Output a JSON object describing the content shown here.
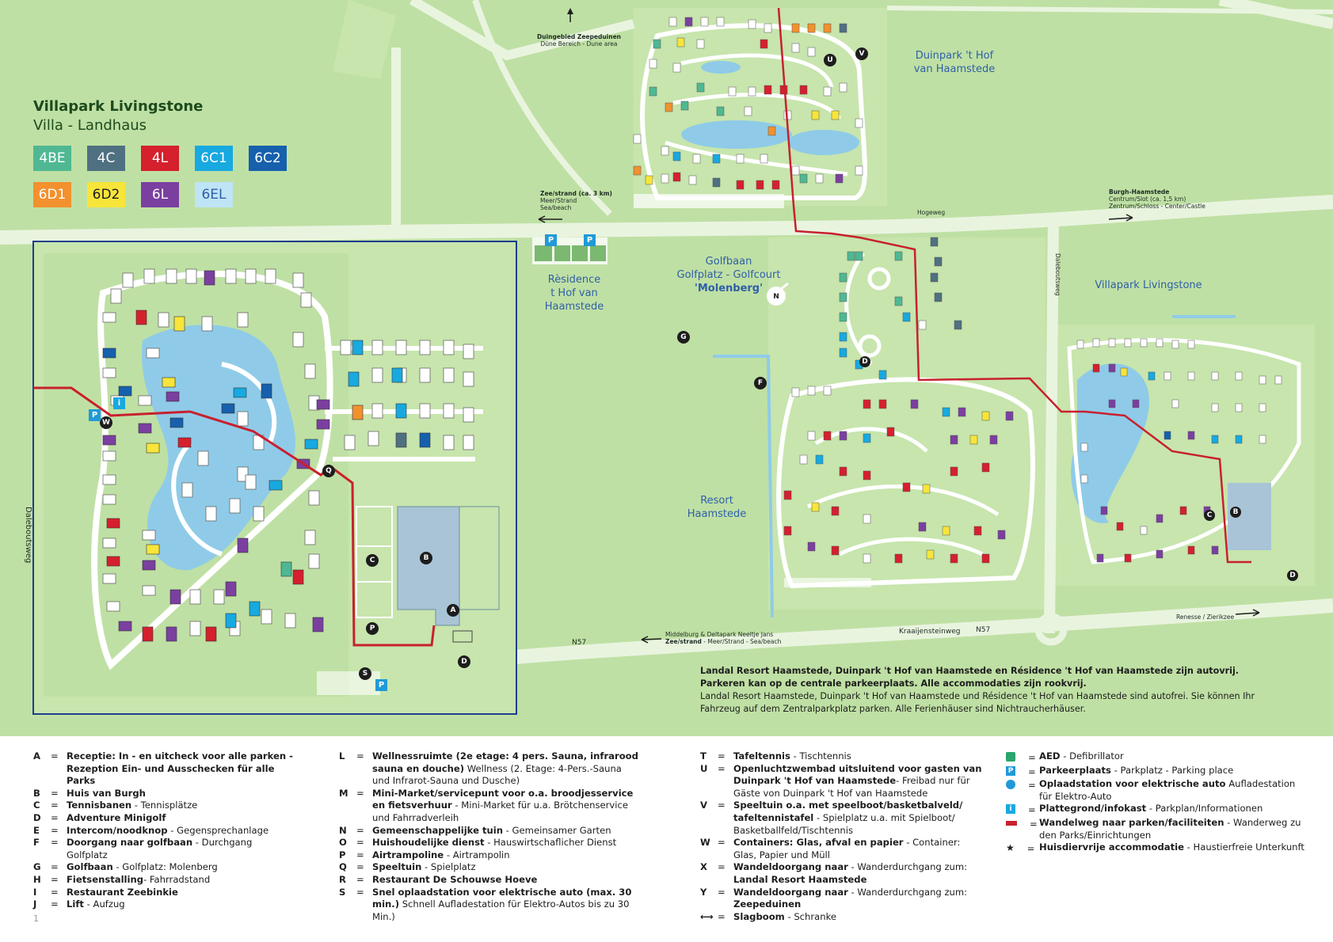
{
  "legend": {
    "title": "Villapark Livingstone",
    "subtitle": "Villa - Landhaus",
    "swatches": [
      {
        "label": "4BE",
        "color": "#4fb893",
        "text": "#ffffff"
      },
      {
        "label": "4C",
        "color": "#4f7081",
        "text": "#ffffff"
      },
      {
        "label": "4L",
        "color": "#d5202e",
        "text": "#ffffff"
      },
      {
        "label": "6C1",
        "color": "#17a9e0",
        "text": "#ffffff"
      },
      {
        "label": "6C2",
        "color": "#1660ad",
        "text": "#ffffff"
      },
      {
        "label": "6D1",
        "color": "#f2912e",
        "text": "#ffffff"
      },
      {
        "label": "6D2",
        "color": "#f7e53a",
        "text": "#1d1d1d"
      },
      {
        "label": "6L",
        "color": "#7b3fa0",
        "text": "#ffffff"
      },
      {
        "label": "6EL",
        "color": "#bfe4f6",
        "text": "#2f5fa8"
      }
    ]
  },
  "places": {
    "duinpark": "Duinpark 't Hof\nvan Haamstede",
    "residence": "Rèsidence\nt Hof van\nHaamstede",
    "golf_line1": "Golfbaan",
    "golf_line2": "Golfplatz - Golfcourt",
    "golf_line3": "'Molenberg'",
    "villapark": "Villapark Livingstone",
    "resort": "Resort\nHaamstede"
  },
  "roads": {
    "duingebied_bold": "Duingebied Zeepeduinen",
    "duingebied_sub": "Düne Bereich - Dune area",
    "zee_bold": "Zee/strand (ca. 3 km)",
    "zee_sub": "Meer/Strand\nSea/beach",
    "burgh_bold": "Burgh-Haamstede",
    "burgh_sub": "Centrum/Slot (ca. 1,5 km)\nZentrum/Schloss - Center/Castle",
    "hogeweg": "Hogeweg",
    "daleboutsweg": "Daleboutsweg",
    "kraaijensteinweg": "Kraaijensteinweg",
    "n57a": "N57",
    "n57b": "N57",
    "renesse": "Renesse / Zierikzee",
    "middelburg": "Middelburg & Deltapark Neeltje Jans",
    "zee2_bold": "Zee/strand",
    "zee2_sub": " - Meer/Strand - Sea/beach"
  },
  "compass": "N",
  "note": {
    "nl_bold": "Landal Resort Haamstede, Duinpark 't Hof van Haamstede en Résidence 't Hof van Haamstede zijn autovrij. Parkeren kan op de centrale parkeerplaats. Alle accommodaties zijn rookvrij.",
    "de": "Landal Resort Haamstede, Duinpark 't Hof van Haamstede und Résidence 't Hof van Haamstede sind autofrei. Sie können Ihr Fahrzeug auf dem Zentralparkplatz parken. Alle Ferienhäuser sind Nichtraucherhäuser."
  },
  "keys_col1": [
    {
      "k": "A",
      "b": "Receptie: In - en uitcheck voor alle parken - Rezeption Ein- und Ausschecken für alle Parks",
      "t": ""
    },
    {
      "k": "B",
      "b": "Huis van Burgh",
      "t": ""
    },
    {
      "k": "C",
      "b": "Tennisbanen",
      "t": " - Tennisplätze"
    },
    {
      "k": "D",
      "b": "Adventure Minigolf",
      "t": ""
    },
    {
      "k": "E",
      "b": "Intercom/noodknop",
      "t": " - Gegensprechanlage"
    },
    {
      "k": "F",
      "b": "Doorgang naar golfbaan",
      "t": " - Durchgang Golfplatz"
    },
    {
      "k": "G",
      "b": "Golfbaan",
      "t": " - Golfplatz: Molenberg"
    },
    {
      "k": "H",
      "b": "Fietsenstalling",
      "t": "- Fahrradstand"
    },
    {
      "k": "I",
      "b": "Restaurant Zeebinkie",
      "t": ""
    },
    {
      "k": "J",
      "b": "Lift",
      "t": " - Aufzug"
    }
  ],
  "keys_col2": [
    {
      "k": "L",
      "b": "Wellnessruimte (2e etage: 4 pers. Sauna, infrarood sauna en douche)",
      "t": " Wellness (2. Etage: 4-Pers.-Sauna und Infrarot-Sauna und Dusche)"
    },
    {
      "k": "M",
      "b": "Mini-Market/servicepunt voor o.a. broodjesservice en fietsverhuur",
      "t": " - Mini-Market für u.a. Brötchenservice und Fahrradverleih"
    },
    {
      "k": "N",
      "b": "Gemeenschappelijke tuin",
      "t": " - Gemeinsamer Garten"
    },
    {
      "k": "O",
      "b": "Huishoudelijke dienst",
      "t": " - Hauswirtschaflicher Dienst"
    },
    {
      "k": "P",
      "b": "Airtrampoline",
      "t": " - Airtrampolin"
    },
    {
      "k": "Q",
      "b": "Speeltuin",
      "t": " - Spielplatz"
    },
    {
      "k": "R",
      "b": "Restaurant De Schouwse Hoeve",
      "t": ""
    },
    {
      "k": "S",
      "b": "Snel oplaadstation voor elektrische auto (max. 30 min.)",
      "t": " Schnell Aufladestation für Elektro-Autos bis zu 30 Min.)"
    }
  ],
  "keys_col3": [
    {
      "k": "T",
      "b": "Tafeltennis",
      "t": " - Tischtennis"
    },
    {
      "k": "U",
      "b": "Openluchtzwembad uitsluitend voor gasten van Duinpark 't Hof van Haamstede",
      "t": "- Freibad nur für Gäste von Duinpark 't Hof van Haamstede"
    },
    {
      "k": "V",
      "b": "Speeltuin o.a. met speelboot/basketbalveld/ tafeltennistafel",
      "t": " - Spielplatz u.a. mit Spielboot/ Basketballfeld/Tischtennis"
    },
    {
      "k": "W",
      "b": "Containers: Glas, afval en papier",
      "t": " - Container: Glas, Papier und Müll"
    },
    {
      "k": "X",
      "b": "Wandeldoorgang naar",
      "t": " - Wanderdurchgang zum: ",
      "b2": "Landal Resort Haamstede"
    },
    {
      "k": "Y",
      "b": "Wandeldoorgang naar",
      "t": " - Wanderdurchgang zum: ",
      "b2": "Zeepeduinen"
    },
    {
      "k": "⟷",
      "b": "Slagboom",
      "t": " - Schranke"
    }
  ],
  "keys_col4": [
    {
      "icon": "aed",
      "b": "AED",
      "t": " - Defibrillator"
    },
    {
      "icon": "parking",
      "b": "Parkeerplaats",
      "t": " - Parkplatz - Parking place"
    },
    {
      "icon": "charging",
      "b": "Oplaadstation voor elektrische auto",
      "t": " Aufladestation für Elektro-Auto"
    },
    {
      "icon": "info",
      "b": "Plattegrond/infokast",
      "t": " - Parkplan/Informationen"
    },
    {
      "icon": "walkway",
      "b": "Wandelweg naar parken/faciliteiten",
      "t": " - Wanderweg zu den Parks/Einrichtungen"
    },
    {
      "icon": "star",
      "b": "Huisdiervrije accommodatie",
      "t": " - Haustierfreie Unterkunft"
    }
  ],
  "equals": "=",
  "page_number": "1",
  "colors": {
    "grass": "#bfe0a4",
    "path": "#ffffff",
    "water": "#8fcbe8",
    "walkway": "#c8202e",
    "label": "#2f5fa8",
    "frame": "#1e3d8c"
  }
}
